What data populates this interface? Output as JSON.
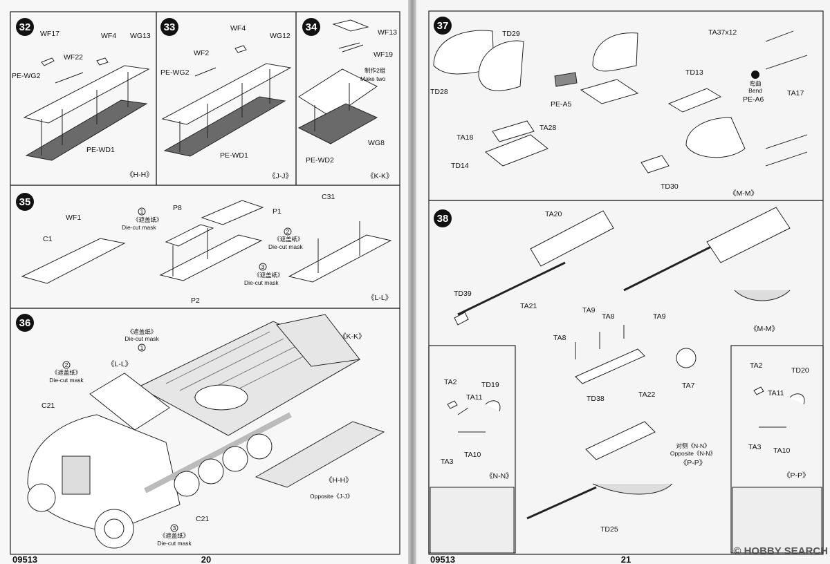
{
  "left_page": {
    "steps": [
      {
        "num": "32",
        "view": "《H-H》",
        "labels": [
          "WF17",
          "WF4",
          "WG13",
          "WF22",
          "PE-WG2",
          "PE-WD1"
        ]
      },
      {
        "num": "33",
        "view": "《J-J》",
        "labels": [
          "WF4",
          "WG12",
          "WF2",
          "PE-WG2",
          "PE-WD1"
        ]
      },
      {
        "num": "34",
        "view": "《K-K》",
        "labels": [
          "WF13",
          "WF19",
          "WG8",
          "PE-WD2"
        ],
        "note_cn": "制作2组",
        "note_en": "Make two"
      },
      {
        "num": "35",
        "view": "《L-L》",
        "labels": [
          "WF1",
          "C1",
          "P8",
          "P1",
          "C31",
          "P2"
        ],
        "masks": [
          {
            "n": "1",
            "cn": "《遮盖纸》",
            "en": "Die-cut mask"
          },
          {
            "n": "2",
            "cn": "《遮盖纸》",
            "en": "Die-cut mask"
          },
          {
            "n": "3",
            "cn": "《遮盖纸》",
            "en": "Die-cut mask"
          }
        ]
      },
      {
        "num": "36",
        "labels": [
          "《L-L》",
          "C21",
          "《K-K》",
          "《H-H》",
          "C21"
        ],
        "opposite": "Opposite《J-J》",
        "masks": [
          {
            "n": "1",
            "cn": "《遮盖纸》",
            "en": "Die-cut mask"
          },
          {
            "n": "2",
            "cn": "《遮盖纸》",
            "en": "Die-cut mask"
          },
          {
            "n": "3",
            "cn": "《遮盖纸》",
            "en": "Die-cut mask"
          }
        ]
      }
    ],
    "footer_code": "09513",
    "page_no": "20"
  },
  "right_page": {
    "steps": [
      {
        "num": "37",
        "view": "《M-M》",
        "labels": [
          "TD29",
          "TD28",
          "PE-A5",
          "TD13",
          "TA37x12",
          "TA17",
          "TA28",
          "TA18",
          "TD14",
          "TD30"
        ],
        "bend_cn": "弯曲",
        "bend_en": "Bend",
        "bend_part": "PE-A6"
      },
      {
        "num": "38",
        "labels": [
          "TA20",
          "TD39",
          "TA21",
          "TA9",
          "TA8",
          "TA9",
          "TA8",
          "TD38",
          "TA22",
          "TA7",
          "《M-M》",
          "TD25"
        ],
        "opposite_cn": "对侧《N-N》",
        "opposite_en": "Opposite《N-N》",
        "view": "《P-P》"
      }
    ],
    "inset_nn": {
      "view": "《N-N》",
      "labels": [
        "TA2",
        "TD19",
        "TA11",
        "TA3",
        "TA10"
      ]
    },
    "inset_pp": {
      "view": "《P-P》",
      "labels": [
        "TA2",
        "TD20",
        "TA11",
        "TA3",
        "TA10"
      ]
    },
    "footer_code": "09513",
    "page_no": "21",
    "watermark": "© HOBBY SEARCH"
  },
  "colors": {
    "step_circle": "#111111",
    "line": "#222222",
    "grille": "#5a5a5a",
    "page_bg": "#f7f7f7"
  }
}
